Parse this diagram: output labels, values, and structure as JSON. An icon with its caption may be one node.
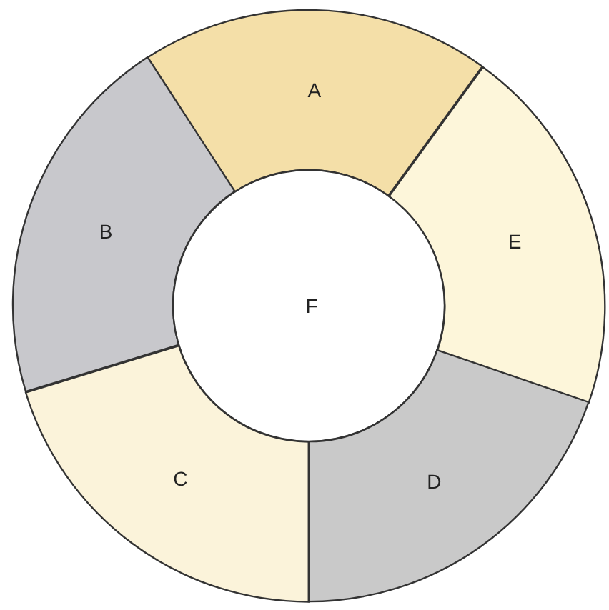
{
  "diagram": {
    "nodes": [
      {
        "text": [
          "A"
        ]
      },
      {
        "text": [
          "B"
        ]
      },
      {
        "text": [
          "E"
        ]
      },
      {
        "text": [
          "F"
        ]
      },
      {
        "text": [
          "C"
        ]
      },
      {
        "text": [
          "D"
        ]
      }
    ]
  }
}
